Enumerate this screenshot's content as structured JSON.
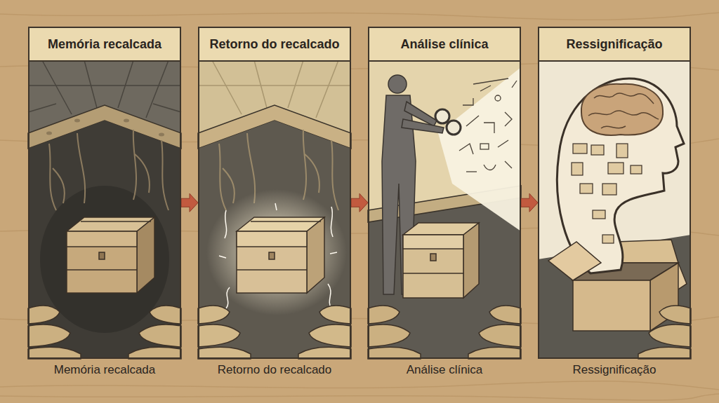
{
  "diagram": {
    "nodes": [
      {
        "text": [
          "Memória recalcada",
          "Memória recalcada"
        ]
      },
      {
        "text": [
          "Retorno do recalcado",
          "Retorno do recalcado"
        ]
      },
      {
        "text": [
          "Análise clínica",
          "Análise clínica"
        ]
      },
      {
        "text": [
          "Ressignificação",
          "Ressignificação"
        ]
      }
    ],
    "edges": [
      {
        "from": 0,
        "to": 1,
        "arrow": "to"
      },
      {
        "from": 1,
        "to": 2,
        "arrow": "to"
      },
      {
        "from": 2,
        "to": 3,
        "arrow": "to"
      }
    ]
  }
}
